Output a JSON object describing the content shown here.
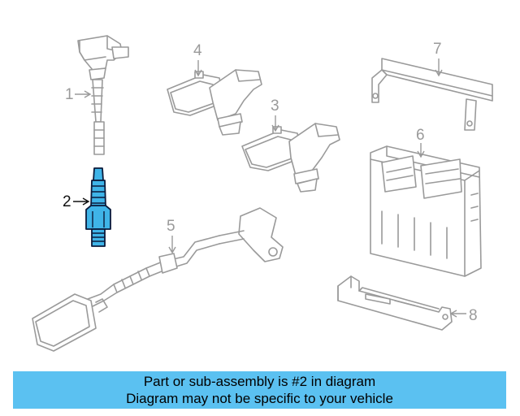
{
  "callouts": {
    "c1": "1",
    "c2": "2",
    "c3": "3",
    "c4": "4",
    "c5": "5",
    "c6": "6",
    "c7": "7",
    "c8": "8"
  },
  "highlight_color": "#3fb4e8",
  "banner": {
    "line1": "Part or sub-assembly is #2 in diagram",
    "line2": "Diagram may not be specific to your vehicle",
    "background": "#5bc1f1"
  }
}
